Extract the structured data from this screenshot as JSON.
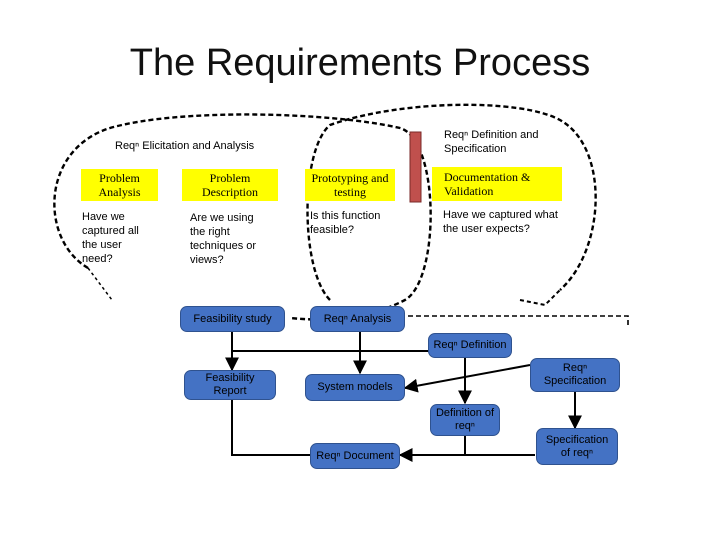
{
  "title": "The Requirements Process",
  "phases": {
    "elicitation_label": "Reqⁿ Elicitation and Analysis",
    "definition_label": "Reqⁿ Definition and Specification"
  },
  "activities": [
    {
      "label": "Problem Analysis",
      "question": "Have we captured all the user need?"
    },
    {
      "label": "Problem Description",
      "question": "Are we using the right techniques or views?"
    },
    {
      "label": "Prototyping and testing",
      "question": "Is this function feasible?"
    },
    {
      "label": "Documentation & Validation",
      "question": "Have we captured what the user expects?"
    }
  ],
  "flow": {
    "feasibility_study": "Feasibility study",
    "reqn_analysis": "Reqⁿ Analysis",
    "reqn_definition": "Reqⁿ Definition",
    "feasibility_report": "Feasibility Report",
    "system_models": "System models",
    "reqn_specification": "Reqⁿ Specification",
    "definition_of_reqn": "Definition of reqⁿ",
    "reqn_document": "Reqⁿ Document",
    "specification_of_reqn": "Specification of reqⁿ"
  },
  "colors": {
    "box_fill": "#4472c4",
    "highlight": "#ffff00",
    "divider_bar": "#c0504d"
  }
}
